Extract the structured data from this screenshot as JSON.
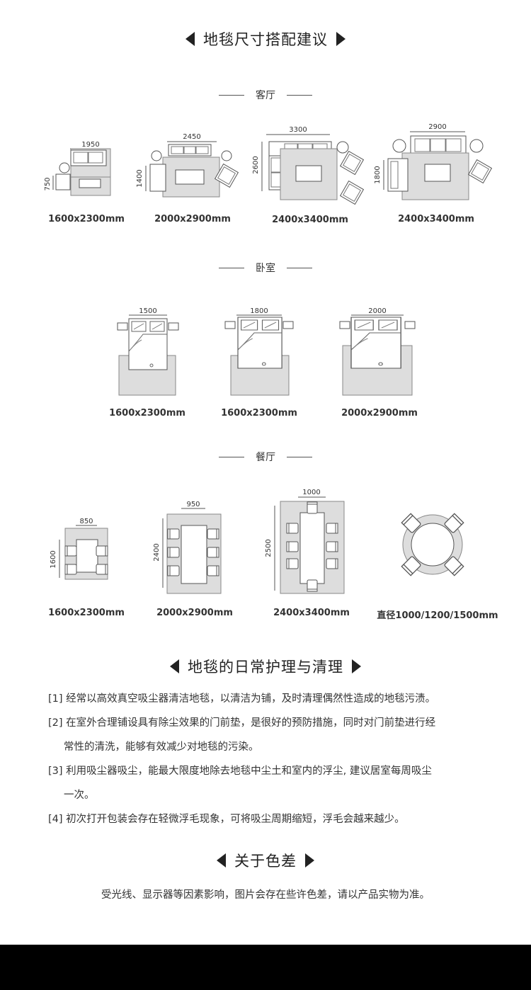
{
  "size_section": {
    "title": "地毯尺寸搭配建议"
  },
  "living": {
    "label": "客厅",
    "items": [
      {
        "width": "1950",
        "height": "750",
        "caption": "1600x2300mm"
      },
      {
        "width": "2450",
        "height": "1400",
        "caption": "2000x2900mm"
      },
      {
        "width": "3300",
        "height": "2600",
        "caption": "2400x3400mm"
      },
      {
        "width": "2900",
        "height": "1800",
        "caption": "2400x3400mm"
      }
    ]
  },
  "bedroom": {
    "label": "卧室",
    "items": [
      {
        "width": "1500",
        "caption": "1600x2300mm"
      },
      {
        "width": "1800",
        "caption": "1600x2300mm"
      },
      {
        "width": "2000",
        "caption": "2000x2900mm"
      }
    ]
  },
  "dining": {
    "label": "餐厅",
    "items": [
      {
        "width": "850",
        "height": "1600",
        "caption": "1600x2300mm"
      },
      {
        "width": "950",
        "height": "2400",
        "caption": "2000x2900mm"
      },
      {
        "width": "1000",
        "height": "2500",
        "caption": "2400x3400mm"
      },
      {
        "caption": "直径1000/1200/1500mm"
      }
    ]
  },
  "care_section": {
    "title": "地毯的日常护理与清理",
    "items": [
      {
        "line1": "[1] 经常以高效真空吸尘器清洁地毯，以清洁为铺，及时清理偶然性造成的地毯污渍。",
        "line2": ""
      },
      {
        "line1": "[2] 在室外合理铺设具有除尘效果的门前垫，是很好的预防措施，同时对门前垫进行经",
        "line2": "常性的清洗，能够有效减少对地毯的污染。"
      },
      {
        "line1": "[3] 利用吸尘器吸尘，能最大限度地除去地毯中尘土和室内的浮尘, 建议居室每周吸尘",
        "line2": "一次。"
      },
      {
        "line1": "[4] 初次打开包装会存在轻微浮毛现象，可将吸尘周期缩短，浮毛会越来越少。",
        "line2": ""
      }
    ]
  },
  "color_section": {
    "title": "关于色差",
    "note": "受光线、显示器等因素影响，图片会存在些许色差，请以产品实物为准。"
  }
}
